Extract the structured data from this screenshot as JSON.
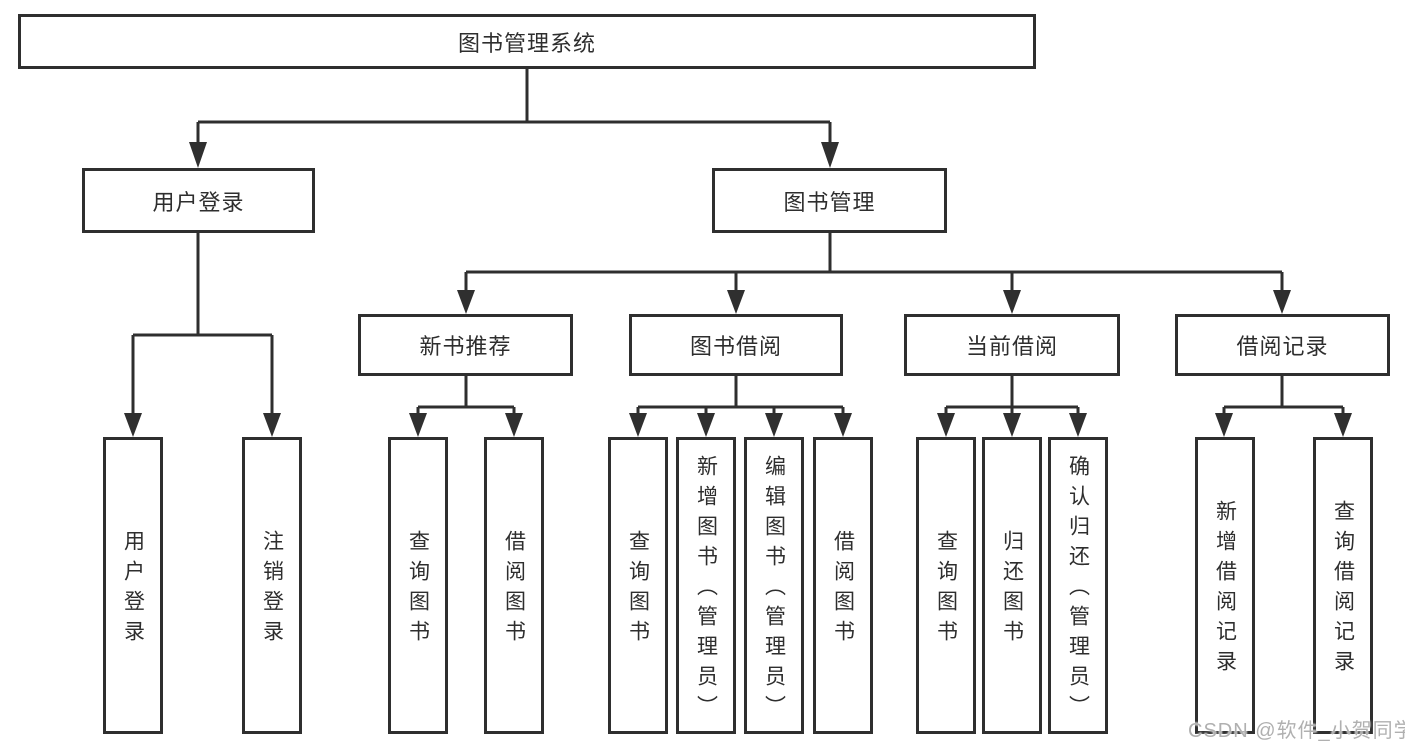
{
  "tree": {
    "label": "图书管理系统",
    "children": [
      {
        "label": "用户登录",
        "children": [
          {
            "label": "用户登录"
          },
          {
            "label": "注销登录"
          }
        ]
      },
      {
        "label": "图书管理",
        "children": [
          {
            "label": "新书推荐",
            "children": [
              {
                "label": "查询图书"
              },
              {
                "label": "借阅图书"
              }
            ]
          },
          {
            "label": "图书借阅",
            "children": [
              {
                "label": "查询图书"
              },
              {
                "label": "新增图书（管理员）"
              },
              {
                "label": "编辑图书（管理员）"
              },
              {
                "label": "借阅图书"
              }
            ]
          },
          {
            "label": "当前借阅",
            "children": [
              {
                "label": "查询图书"
              },
              {
                "label": "归还图书"
              },
              {
                "label": "确认归还（管理员）"
              }
            ]
          },
          {
            "label": "借阅记录",
            "children": [
              {
                "label": "新增借阅记录"
              },
              {
                "label": "查询借阅记录"
              }
            ]
          }
        ]
      }
    ]
  },
  "watermark": "CSDN @软件_小贺同学",
  "colors": {
    "line": "#2f2f2f",
    "text": "#2e2e2e",
    "watermark": "#b0b0b0",
    "background": "#ffffff"
  }
}
